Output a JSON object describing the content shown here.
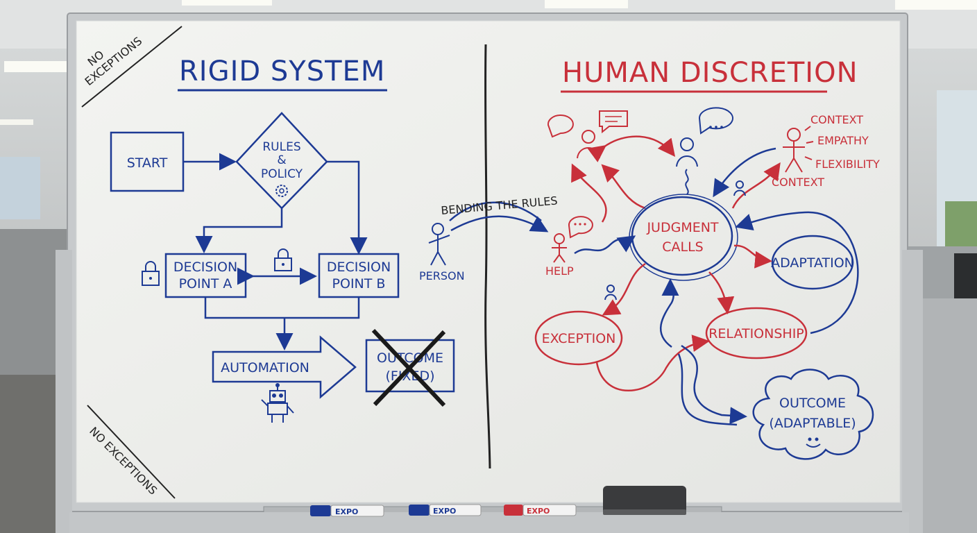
{
  "board": {
    "corner_note_top": [
      "NO",
      "EXCEPTIONS"
    ],
    "corner_note_bottom": [
      "NO EXCEPTIONS"
    ]
  },
  "left_side": {
    "title": "RIGID SYSTEM",
    "start": "START",
    "rules": [
      "RULES",
      "&",
      "POLICY"
    ],
    "decision_a": [
      "DECISION",
      "POINT A"
    ],
    "decision_b": [
      "DECISION",
      "POINT B"
    ],
    "automation": "AUTOMATION",
    "outcome_fixed": [
      "OUTCOME",
      "(FIXED)"
    ]
  },
  "middle": {
    "bending_label": "BENDING THE RULES",
    "person_label": "PERSON"
  },
  "right_side": {
    "title": "HUMAN DISCRETION",
    "judgment": [
      "JUDGMENT",
      "CALLS"
    ],
    "adaptation": "ADAPTATION",
    "exception": "EXCEPTION",
    "relationship": "RELATIONSHIP",
    "outcome_adaptable": [
      "OUTCOME",
      "(ADAPTABLE)"
    ],
    "help_label": "HELP",
    "context_label": "CONTEXT",
    "qualities": [
      "CONTEXT",
      "EMPATHY",
      "FLEXIBILITY"
    ]
  },
  "markers": [
    "EXPO",
    "EXPO",
    "EXPO"
  ],
  "colors": {
    "blue_ink": "#1d3a94",
    "red_ink": "#c8303a",
    "board": "#eeefec",
    "frame": "#c7cacc"
  }
}
